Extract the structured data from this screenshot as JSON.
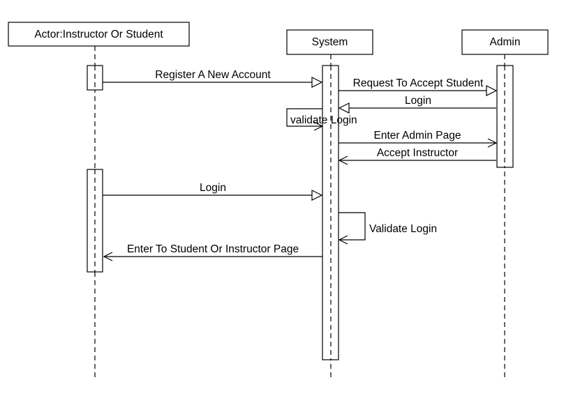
{
  "participants": {
    "actor": "Actor:Instructor Or Student",
    "system": "System",
    "admin": "Admin"
  },
  "messages": [
    {
      "label": "Register A New Account",
      "from": "actor",
      "to": "system",
      "arrow": "open-triangle"
    },
    {
      "label": "Request To Accept Student",
      "from": "system",
      "to": "admin",
      "arrow": "open-triangle"
    },
    {
      "label": "Login",
      "from": "admin",
      "to": "system",
      "arrow": "open-triangle"
    },
    {
      "label": "validate Login",
      "from": "system",
      "to": "system",
      "arrow": "open-v"
    },
    {
      "label": "Enter Admin Page",
      "from": "system",
      "to": "admin",
      "arrow": "open-v"
    },
    {
      "label": "Accept Instructor",
      "from": "admin",
      "to": "system",
      "arrow": "open-v"
    },
    {
      "label": "Login",
      "from": "actor",
      "to": "system",
      "arrow": "open-triangle"
    },
    {
      "label": "Validate Login",
      "from": "system",
      "to": "system",
      "arrow": "open-v"
    },
    {
      "label": "Enter To Student Or Instructor Page",
      "from": "system",
      "to": "actor",
      "arrow": "open-v"
    }
  ]
}
